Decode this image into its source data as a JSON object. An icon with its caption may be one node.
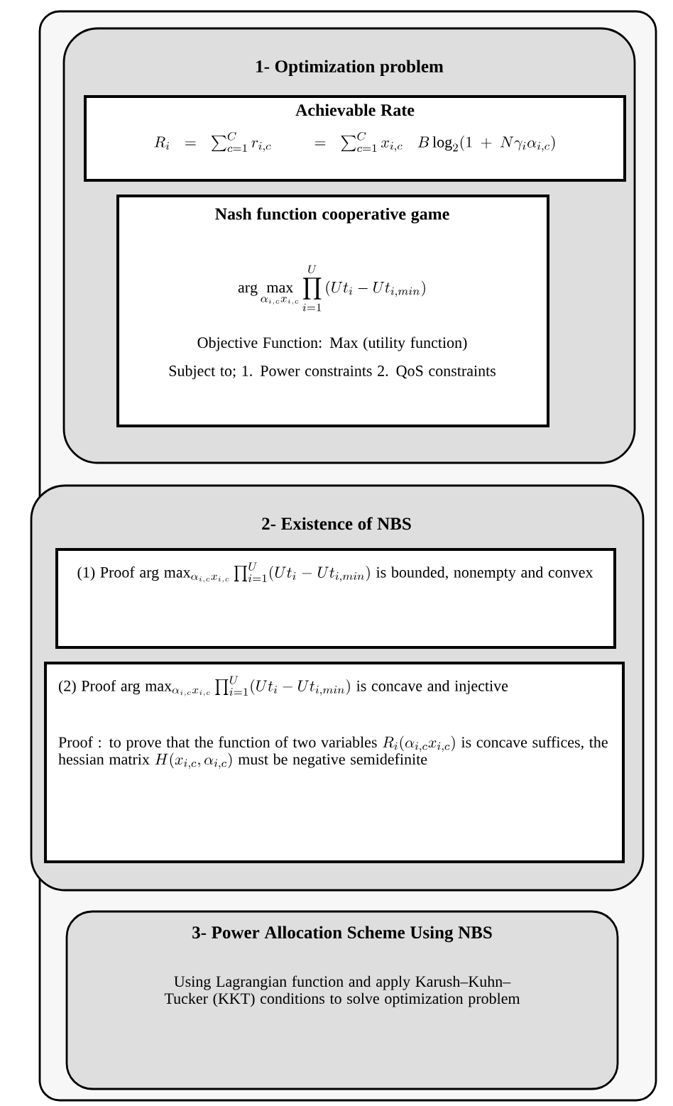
{
  "diagram": {
    "nodes": [
      {
        "text": [],
        "shape": "box"
      },
      {
        "text": [
          "1- Optimization problem"
        ],
        "in": 0
      },
      {
        "text": [
          "Achievable Rate",
          "R_i = \\sum_{c=1}^{C} r_{i,c} \\;\\; = \\sum_{c=1}^{C} x_{i,c}\\; B \\log_2(1 + N\\gamma_i \\alpha_{i,c})"
        ],
        "in": 1
      },
      {
        "text": [
          "Nash function cooperative game",
          "\\arg\\max_{\\alpha_{i,c} x_{i,c}} \\prod_{i=1}^{U} \\left(Ut_i - Ut_{i,min}\\right)",
          "Objective Function: Max (utility function)",
          "Subject to; 1. Power constraints 2. QoS constraints"
        ],
        "in": 1
      },
      {
        "text": [
          "2- Existence of NBS"
        ],
        "in": 0
      },
      {
        "text": [
          "(1) Proof arg",
          "\\max_{\\alpha_{i,c} x_{i,c}} \\prod_{i=1}^{U} (Ut_i - Ut_{i,min})",
          "is bounded, nonempty and convex"
        ],
        "in": 4
      },
      {
        "text": [
          "(2) Proof arg",
          "\\max_{\\alpha_{i,c} x_{i,c}} \\prod_{i=1}^{U} (Ut_i - Ut_{i,min})",
          "is concave and injective",
          "Proof : to prove that the function of two variables",
          "R_i(\\alpha_{i,c} x_{i,c})",
          "is concave suffices, the hessian matrix",
          "H(x_{i,c}, \\alpha_{i,c})",
          "must be negative semidefinite"
        ],
        "in": 4
      },
      {
        "text": [
          "3- Power Allocation Scheme Using NBS",
          "Using Lagrangian function and apply Karush–Kuhn–Tucker (KKT) conditions to solve optimization problem"
        ],
        "in": 0
      }
    ]
  }
}
